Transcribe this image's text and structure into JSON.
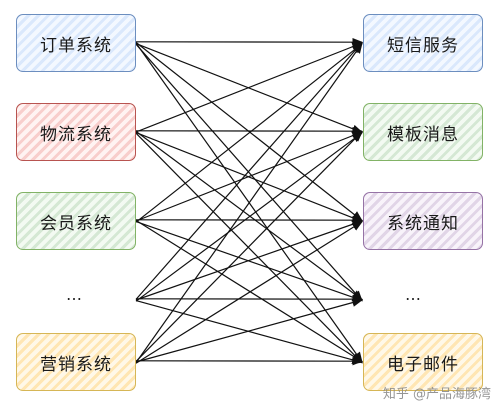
{
  "left_nodes": [
    {
      "label": "订单系统",
      "color": "blue"
    },
    {
      "label": "物流系统",
      "color": "red"
    },
    {
      "label": "会员系统",
      "color": "green"
    },
    {
      "label": "…",
      "color": "none"
    },
    {
      "label": "营销系统",
      "color": "orange"
    }
  ],
  "right_nodes": [
    {
      "label": "短信服务",
      "color": "blue"
    },
    {
      "label": "模板消息",
      "color": "green"
    },
    {
      "label": "系统通知",
      "color": "purple"
    },
    {
      "label": "…",
      "color": "none"
    },
    {
      "label": "电子邮件",
      "color": "orange"
    }
  ],
  "connections": "all-to-all",
  "watermark": "知乎 @产品海豚湾"
}
